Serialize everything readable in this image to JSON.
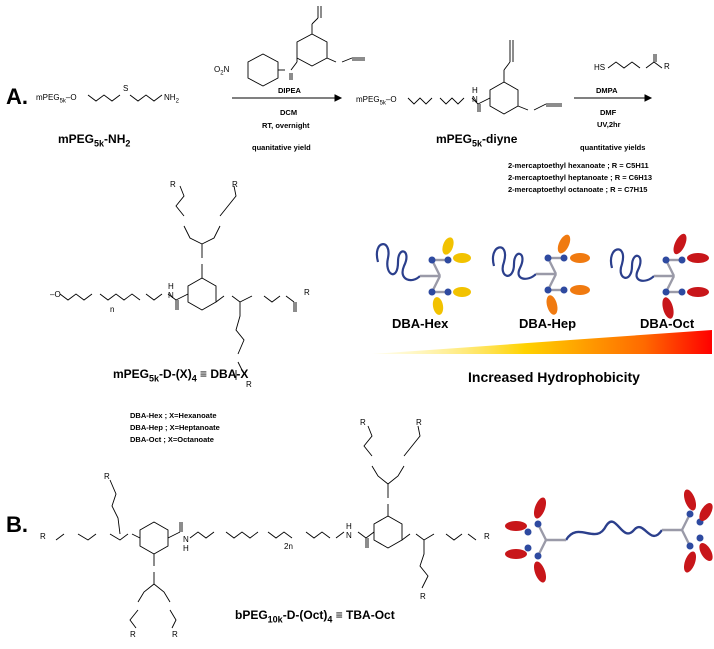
{
  "panelA": {
    "label": "A.",
    "reagent1": "DIPEA",
    "cond1a": "DCM",
    "cond1b": "RT, overnight",
    "cond1c": "quanitative yield",
    "start_chain": "mPEG5k–O⁀S⁀NH2",
    "start_name_main": "mPEG",
    "start_name_sub": "5k",
    "start_name_tail": "-NH",
    "start_name_sub2": "2",
    "diyne_chain": "mPEG5k",
    "diyne_name_main": "mPEG",
    "diyne_name_sub": "5k",
    "diyne_name_tail": "-diyne",
    "reagent2": "DMPA",
    "cond2a": "DMF",
    "cond2b": "UV,2hr",
    "cond2c": "quantitative yields",
    "thiols": [
      {
        "name": "2-mercaptoethyl hexanoate",
        "r": "; R = C5H11"
      },
      {
        "name": "2-mercaptoethyl heptanoate",
        "r": "; R = C6H13"
      },
      {
        "name": "2-mercaptoethyl octanoate",
        "r": "; R = C7H15"
      }
    ],
    "product_main": "mPEG",
    "product_sub": "5k",
    "product_tail": "-D-(X)",
    "product_sub2": "4",
    "product_eq": " ≡ DBA-X",
    "defs": [
      "DBA-Hex ; X=Hexanoate",
      "DBA-Hep ; X=Heptanoate",
      "DBA-Oct ; X=Octanoate"
    ],
    "dba_labels": [
      "DBA-Hex",
      "DBA-Hep",
      "DBA-Oct"
    ],
    "gradient_label": "Increased Hydrophobicity",
    "colors": {
      "hex": "#f2c200",
      "hep": "#f07a10",
      "oct": "#c8161a",
      "chain": "#2b3f8c",
      "dot": "#2e4aa0"
    }
  },
  "panelB": {
    "label": "B.",
    "name_main": "bPEG",
    "name_sub": "10k",
    "name_tail": "-D-(Oct)",
    "name_sub2": "4",
    "name_eq": " ≡ TBA-Oct"
  }
}
